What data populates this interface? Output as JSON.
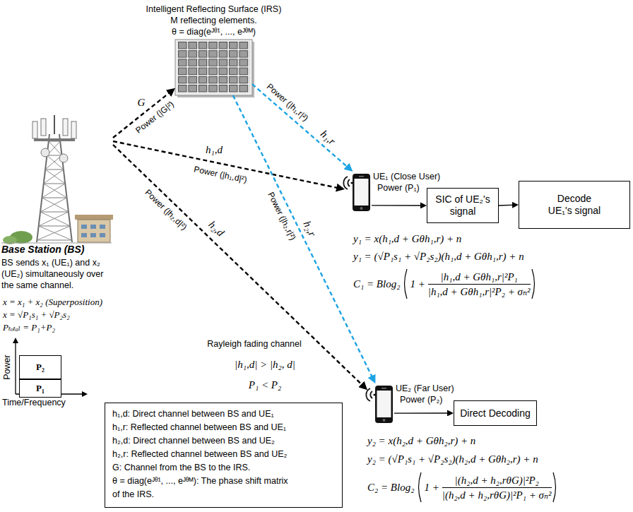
{
  "diagram": {
    "nodes": [
      {
        "text": [
          "Intelligent Reflecting Surface (IRS)",
          "M reflecting elements.",
          "θ = diag(eᴶᶿ¹, ..., eᴶᶿᴹ)"
        ]
      },
      {
        "text": [
          "Base Station (BS)",
          "BS sends x₁ (UE₁) and x₂ (UE₂) simultaneously over the same channel."
        ]
      },
      {
        "text": [
          "UE₁ (Close User)",
          "Power (P₁)"
        ]
      },
      {
        "text": [
          "SIC of UE₂'s signal"
        ]
      },
      {
        "text": [
          "Decode UE₁'s signal"
        ]
      },
      {
        "text": [
          "UE₂ (Far User)",
          "Power (P₂)"
        ]
      },
      {
        "text": [
          "Direct Decoding"
        ]
      },
      {
        "text": [
          "P₂"
        ]
      },
      {
        "text": [
          "P₁"
        ]
      },
      {
        "text": [
          "h₁,d: Direct channel between BS and UE₁",
          "h₁,r: Reflected channel between BS and UE₁",
          "h₂,d: Direct channel between BS and UE₂",
          "h₂,r: Reflected channel between BS and UE₂",
          "G: Channel from the BS to the IRS.",
          "θ = diag(eᴶᶿ¹, ..., eᴶᶿᴹ): The phase shift matrix of the IRS."
        ]
      }
    ],
    "edges": [
      {
        "from": 1,
        "to": 0,
        "label": "G",
        "arrow": "to"
      },
      {
        "from": 1,
        "to": 2,
        "label": "h₁,d",
        "arrow": "to"
      },
      {
        "from": 1,
        "to": 5,
        "label": "h₂,d",
        "arrow": "to"
      },
      {
        "from": 0,
        "to": 2,
        "label": "h₁,r",
        "arrow": "to"
      },
      {
        "from": 0,
        "to": 5,
        "label": "h₂,r",
        "arrow": "to"
      },
      {
        "from": 2,
        "to": 3,
        "arrow": "to"
      },
      {
        "from": 3,
        "to": 4,
        "arrow": "to"
      },
      {
        "from": 5,
        "to": 6,
        "arrow": "to"
      }
    ],
    "labels": [
      "Power (|G|²)",
      "Power (|h₁,d|²)",
      "Power (|h₁,r|²)",
      "Power (|h₂,r|²)",
      "Power (|h₂,d|²)",
      "x = x₁ + x₂ (Superposition)",
      "x = √P₁s₁ + √P₂s₂",
      "Pₜₒₜₐₗ = P₁+P₂",
      "Rayleigh fading channel",
      "|h₁,d| > |h₂, d|",
      "P₁ < P₂",
      "Power",
      "Time/Frequency",
      "y₁ = x(h₁,d + Gθh₁,r) + n",
      "y₁ = (√P₁s₁ + √P₂s₂)(h₁,d + Gθh₁,r) + n",
      "C₁ = Blog₂",
      "1 +",
      "|h₁,d + Gθh₁,r|²P₁",
      "|h₁,d + Gθh₁,r|²P₂ + σₙ²",
      "y₂ = x(h₂,d + Gθh₂,r) + n",
      "y₂ = (√P₁s₁ + √P₂s₂)(h₂,d + Gθh₂,r) + n",
      "C₂ = Blog₂",
      "1 +",
      "|(h₂,d + h₂,rθG)|²P₂",
      "|(h₂,d + h₂,rθG)|²P₁ + σₙ²"
    ]
  }
}
